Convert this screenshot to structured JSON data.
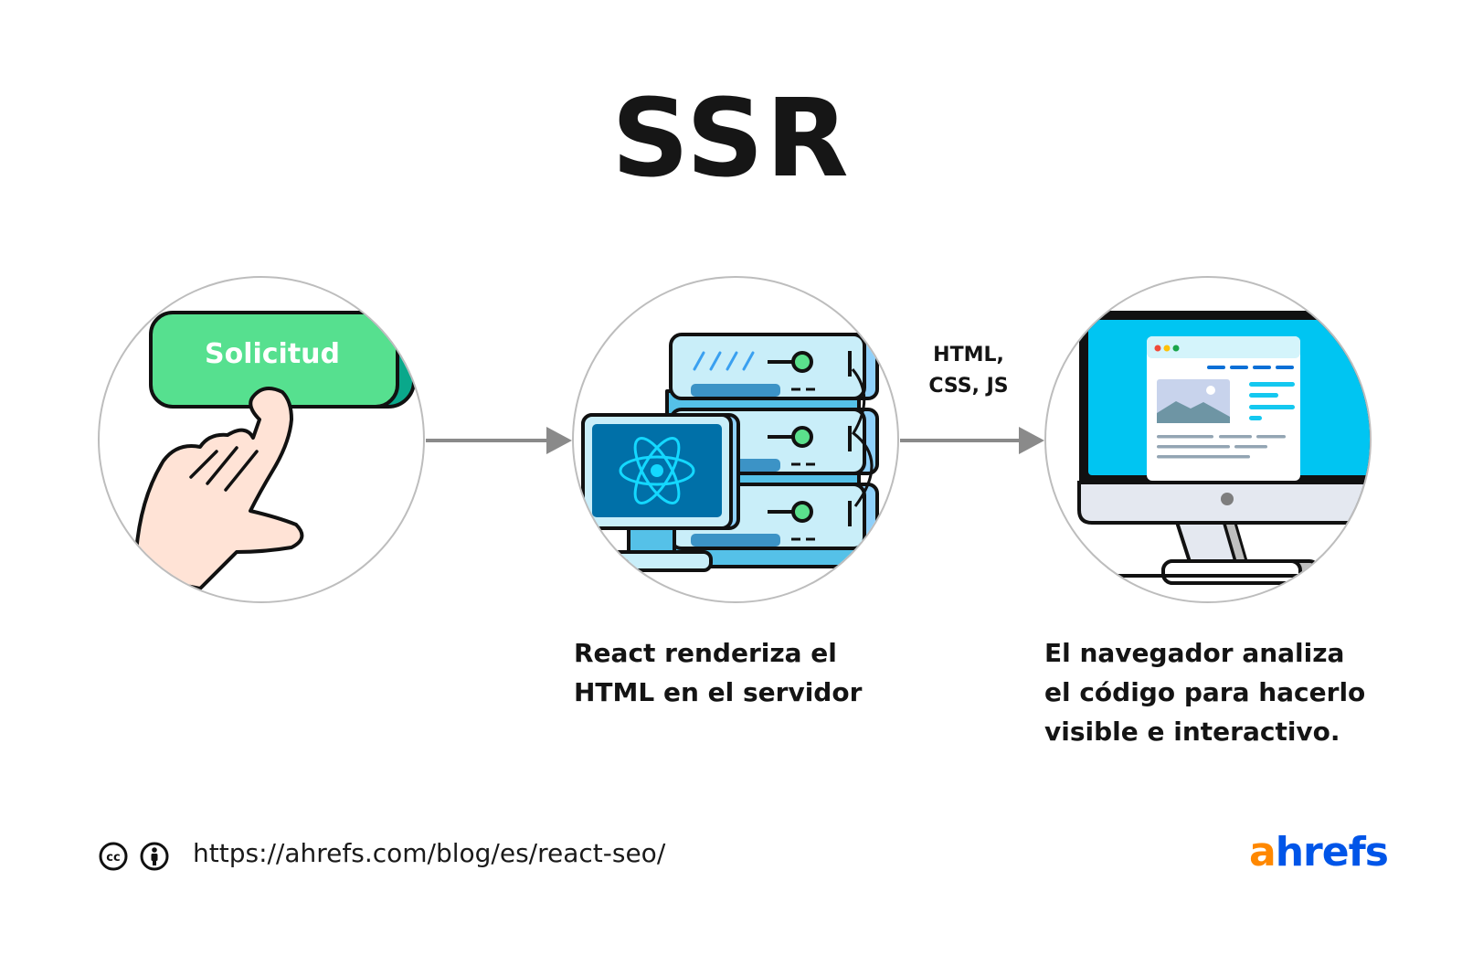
{
  "title": "SSR",
  "steps": [
    {
      "id": "request",
      "illustration": "hand-pressing-button",
      "button_label": "Solicitud",
      "caption_lines": []
    },
    {
      "id": "server",
      "illustration": "react-server-stack",
      "caption_lines": [
        "React renderiza el",
        "HTML en el servidor"
      ]
    },
    {
      "id": "browser",
      "illustration": "desktop-monitor-webpage",
      "caption_lines": [
        "El navegador analiza",
        "el código para hacerlo",
        "visible e interactivo."
      ]
    }
  ],
  "arrows": [
    {
      "from": "request",
      "to": "server",
      "label_lines": []
    },
    {
      "from": "server",
      "to": "browser",
      "label_lines": [
        "HTML,",
        "CSS, JS"
      ]
    }
  ],
  "footer": {
    "license_icons": [
      "creative-commons-icon",
      "attribution-icon"
    ],
    "url": "https://ahrefs.com/blog/es/react-seo/",
    "logo": {
      "first": "a",
      "rest": "hrefs"
    }
  },
  "colors": {
    "button_green": "#56e08f",
    "button_shadow": "#0aa88b",
    "skin": "#ffe3d6",
    "server_light": "#c9eef9",
    "server_mid": "#55c1e8",
    "server_dark": "#3c93c6",
    "server_side": "#8fd0fa",
    "screen_blue": "#0070a8",
    "react_cyan": "#14d8ff",
    "led_green": "#5be08c",
    "monitor_screen": "#00c5f2",
    "monitor_bezel": "#e4e8f0",
    "logo_orange": "#ff8800",
    "logo_blue": "#0055e8",
    "arrow_gray": "#8a8a8a"
  }
}
